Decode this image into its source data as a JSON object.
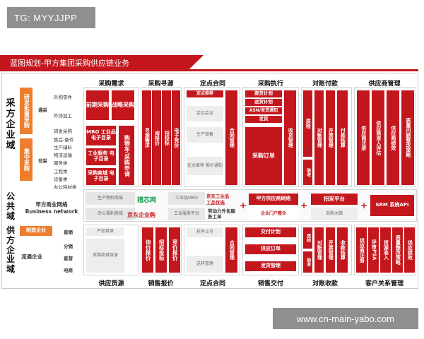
{
  "tag": "TG: MYYJJPP",
  "banner": "蓝图规划-甲方集团采购供应链业务",
  "watermark": "www.cn-main-yabo.com",
  "left": {
    "buyer_domain": "采方企业域",
    "public_domain": "公共域",
    "supplier_domain": "供方企业域",
    "r_and_d": "研发批量采购",
    "central": "集中采购",
    "general_label": "通采",
    "nongeneral_label": "非采",
    "buyer_items": [
      "外购零件",
      "外协加工",
      "研发采购",
      "售后-备件",
      "生产辅料",
      "物流运输",
      "服务类",
      "工程类",
      "设备类",
      "办公耗材类"
    ],
    "public_company": "甲方商业网络 Business network",
    "manufacture": "制造企业",
    "circulation": "流通企业",
    "supplier_items": [
      "直销",
      "分销",
      "直营",
      "电商"
    ]
  },
  "columns": {
    "top": [
      "采购需求",
      "采购寻源",
      "定点合同",
      "采购执行",
      "对账付款",
      "供应商管理"
    ],
    "bottom": [
      "供应货源",
      "销售报价",
      "定点合同",
      "销售交付",
      "对账收款",
      "客户关系管理"
    ]
  },
  "buyer_blocks": {
    "demand": [
      "前期采购",
      "战略采购",
      "MRO 工业品 电子目录",
      "工业服务 电子目录",
      "采购商城 电子目录",
      "购物车/采购申请"
    ],
    "sourcing": [
      "寻源需求",
      "询报价",
      "招投标",
      "电子竞价"
    ],
    "contract_red": [
      "定点推荐",
      "合同管理"
    ],
    "contract_grey": [
      "定点会议",
      "生产准备",
      "定点推荐 报价通知"
    ],
    "execution": [
      "要货计划",
      "送货计划",
      "ASN/发货通知",
      "发货",
      "采购订单",
      "收货管理"
    ],
    "payment": [
      "质检",
      "对账管理",
      "开票管理",
      "付款结算",
      "验收"
    ],
    "supplier_mgmt": [
      "供应商注册",
      "供应商准入评估",
      "供应商绩效",
      "质量问题整改策略"
    ]
  },
  "public_blocks": {
    "catalog1": "生产物料商城",
    "catalog2": "办公福利商城",
    "mall1": "工业品MRO",
    "mall2": "工业服务平台",
    "portal": "甲方供应商网络",
    "portal2": "企业门户整合",
    "bidding": "招采平台",
    "bidding2": "采购大脑",
    "srm": "SRM 系统API",
    "logo1": "猎芯网",
    "logo2": "京东企业购",
    "logo3": "京东工业品",
    "logo4": "劳动力外包服务工单",
    "logo3b": "工品优选"
  },
  "supplier_blocks": {
    "source": [
      "产品目录",
      "采购商城目录"
    ],
    "quote": [
      "询价报价",
      "招标投标",
      "竞价报价"
    ],
    "contract_grey": [
      "样件认可",
      "送样管理"
    ],
    "contract_red": [
      "合同管理"
    ],
    "delivery": [
      "交付计划",
      "供应订单",
      "发货管理"
    ],
    "receipt": [
      "质检",
      "对账管理",
      "开票管理",
      "收款结算",
      "验收"
    ],
    "crm": [
      "供应商注册",
      "评审PSA",
      "货源准入",
      "质量整改策略",
      "供应绩效"
    ]
  }
}
